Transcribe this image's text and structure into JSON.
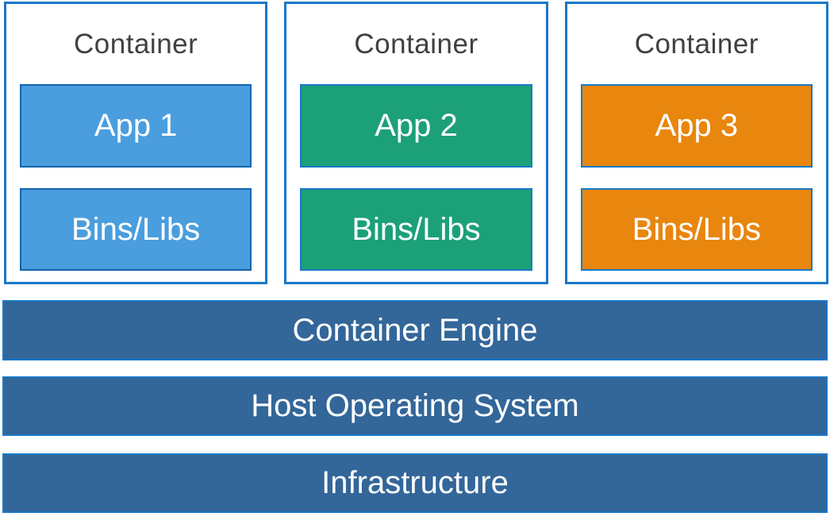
{
  "diagram": {
    "title": "container-architecture-diagram",
    "colors": {
      "outline_blue": "#1878C8",
      "title_text": "#404040",
      "bar_fill": "#336699",
      "white_text": "#ffffff"
    },
    "containers": [
      {
        "title": "Container",
        "app_label": "App 1",
        "libs_label": "Bins/Libs",
        "fill": "#4A9EDE",
        "block_border": "#1464AE",
        "box_border": "#1878C8"
      },
      {
        "title": "Container",
        "app_label": "App 2",
        "libs_label": "Bins/Libs",
        "fill": "#1CA077",
        "block_border": "#1878C8",
        "box_border": "#1878C8"
      },
      {
        "title": "Container",
        "app_label": "App 3",
        "libs_label": "Bins/Libs",
        "fill": "#E8860D",
        "block_border": "#1878C8",
        "box_border": "#1878C8"
      }
    ],
    "layers": [
      {
        "label": "Container Engine",
        "fill": "#336699",
        "border": "#1878C8"
      },
      {
        "label": "Host Operating System",
        "fill": "#336699",
        "border": "#1878C8"
      },
      {
        "label": "Infrastructure",
        "fill": "#336699",
        "border": "#1878C8"
      }
    ]
  }
}
